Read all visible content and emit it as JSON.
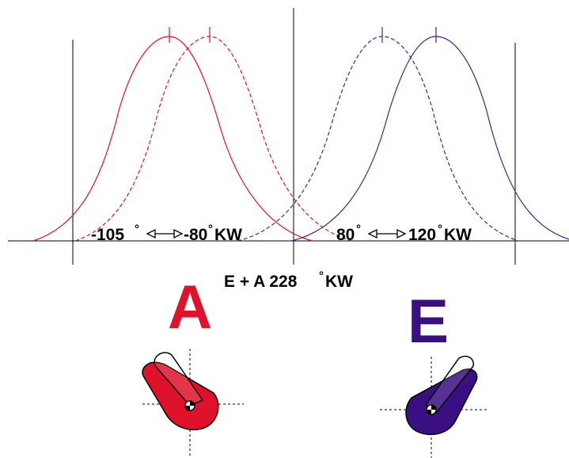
{
  "labels": {
    "left_range_start": "-105",
    "left_range_end": "-80",
    "right_range_start": "80",
    "right_range_end": "120",
    "degree": "°",
    "unit": "KW",
    "combined": "E + A 228",
    "letter_a": "A",
    "letter_e": "E"
  },
  "colors": {
    "a": "#e0112b",
    "e": "#3a0f82",
    "a_curve": "#e0112b",
    "e_curve": "#4a1e96",
    "ink": "#000000"
  },
  "chart_data": {
    "type": "line",
    "series": [
      {
        "id": "a-open",
        "color": "#e0112b",
        "style": "solid"
      },
      {
        "id": "a-close",
        "color": "#e0112b",
        "style": "dashed"
      },
      {
        "id": "e-open",
        "color": "#4a1e96",
        "style": "dashed"
      },
      {
        "id": "e-close",
        "color": "#4a1e96",
        "style": "solid"
      }
    ]
  }
}
